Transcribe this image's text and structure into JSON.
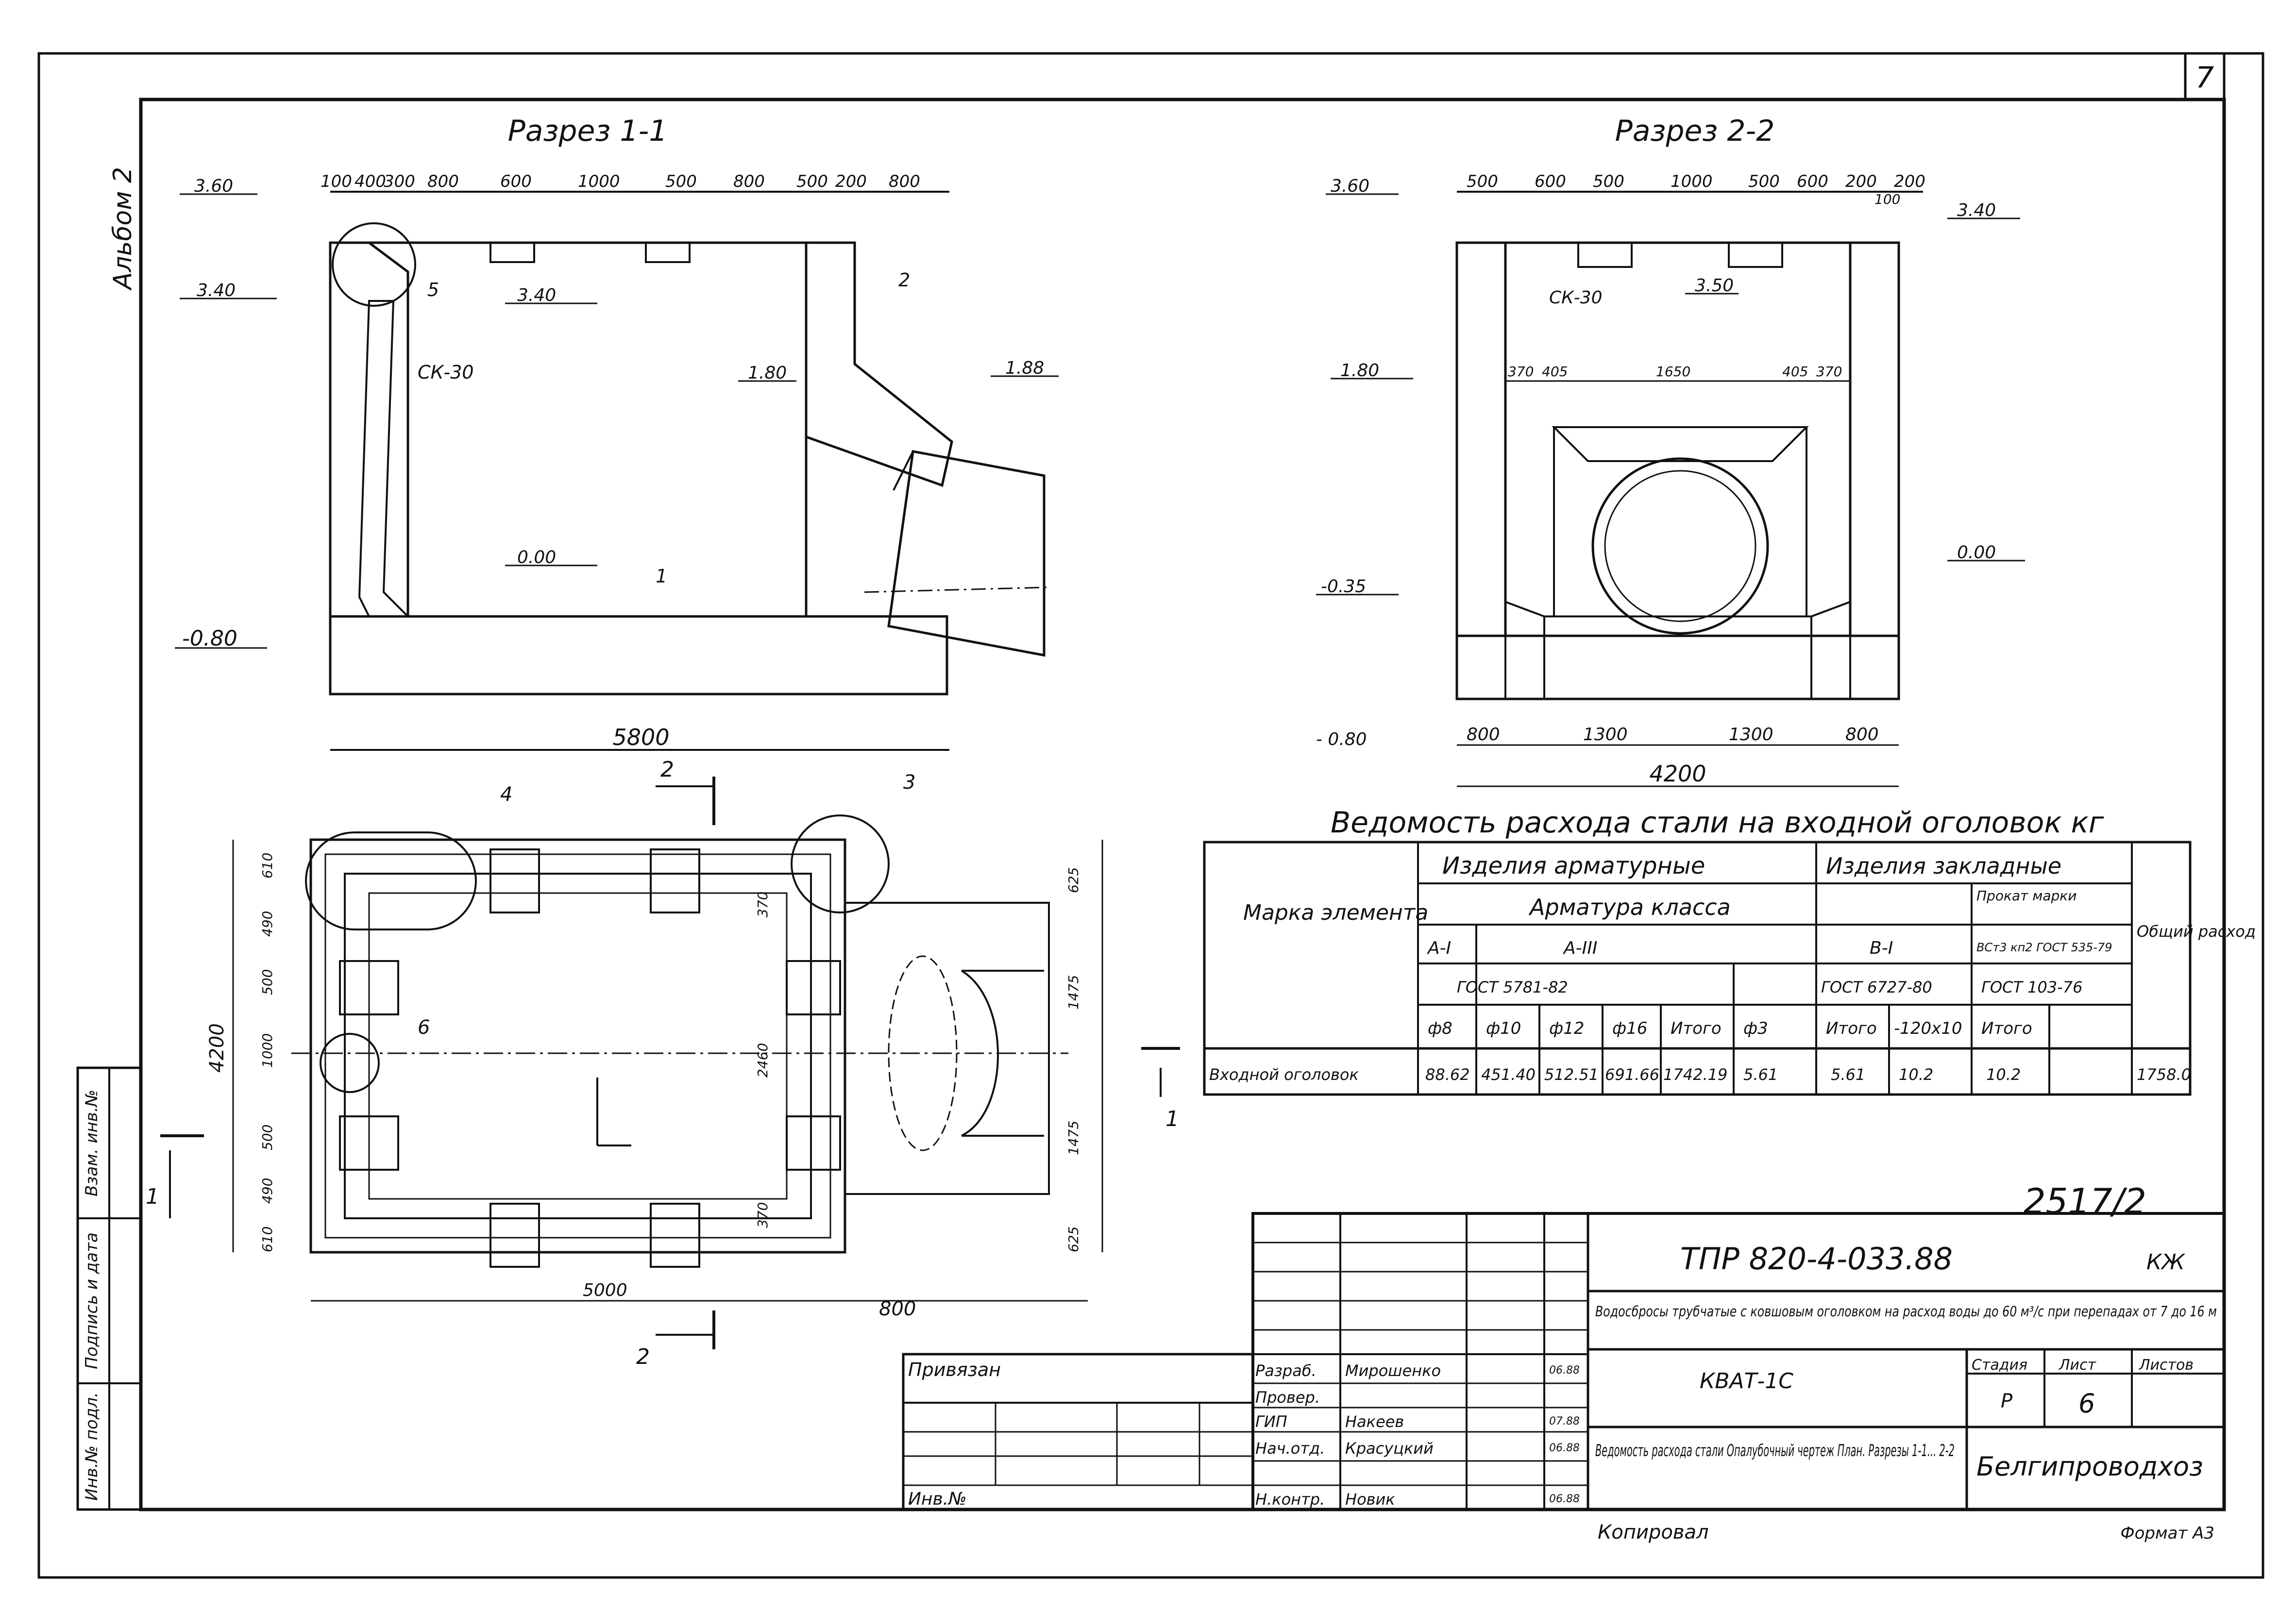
{
  "sheet": {
    "page_number": "7",
    "album": "Альбом 2",
    "drawing_code": "2517/2",
    "copied": "Копировал",
    "format": "Формат А3"
  },
  "section_1": {
    "title": "Разрез 1-1",
    "dims_top": [
      "100",
      "400",
      "300",
      "800",
      "600",
      "1000",
      "500",
      "800",
      "500",
      "200",
      "800"
    ],
    "levels": [
      "3.60",
      "3.40",
      "3.40",
      "1.80",
      "1.88",
      "0.00",
      "-0.80"
    ],
    "marks": [
      "СК-30",
      "1",
      "2",
      "5"
    ],
    "width": "5800"
  },
  "section_2": {
    "title": "Разрез 2-2",
    "dims_top": [
      "500",
      "600",
      "500",
      "1000",
      "500",
      "600",
      "200",
      "200",
      "100"
    ],
    "dims_inner": [
      "370",
      "405",
      "1650",
      "405",
      "370"
    ],
    "levels": [
      "3.60",
      "3.40",
      "3.50",
      "1.80",
      "0.00",
      "-0.35",
      "- 0.80"
    ],
    "marks": [
      "СК-30"
    ],
    "dims_bottom": [
      "800",
      "1300",
      "1300",
      "800"
    ],
    "width": "4200"
  },
  "plan": {
    "left_dims": [
      "610",
      "490",
      "500",
      "1000",
      "500",
      "490",
      "610"
    ],
    "height": "4200",
    "right_dims": [
      "625",
      "1475",
      "1475",
      "625"
    ],
    "inner": [
      "370",
      "2460",
      "370"
    ],
    "width_main": "5000",
    "width_ext": "800",
    "marks": [
      "3",
      "4",
      "6"
    ],
    "cut_1": "1",
    "cut_2": "2"
  },
  "schedule": {
    "title": "Ведомость расхода стали на входной оголовок кг",
    "mark_header": "Марка элемента",
    "group_reinf": "Изделия арматурные",
    "group_embed": "Изделия закладные",
    "rebar_class": "Арматура класса",
    "rolled_header": "Прокат марки",
    "rolled_steel": "ВСт3 кп2 ГОСТ 535-79",
    "total_header": "Общий расход",
    "classes": [
      "А-I",
      "А-III",
      "В-I"
    ],
    "standards": [
      "ГОСТ 5781-82",
      "ГОСТ 6727-80",
      "ГОСТ 103-76"
    ],
    "columns": [
      "ф8",
      "ф10",
      "ф12",
      "ф16",
      "Итого",
      "ф3",
      "Итого",
      "-120х10",
      "Итого"
    ],
    "rows": [
      {
        "name": "Входной оголовок",
        "values": [
          "88.62",
          "451.40",
          "512.51",
          "691.66",
          "1742.19",
          "5.61",
          "5.61",
          "10.2",
          "10.2"
        ],
        "total": "1758.0"
      }
    ]
  },
  "title_block": {
    "code": "ТПР 820-4-033.88",
    "suffix": "КЖ",
    "description": "Водосбросы трубчатые с ковшовым оголовком на расход воды до 60 м³/с при перепадах от 7 до 16 м",
    "object": "КВАТ-1С",
    "sheet_title": "Ведомость расхода стали Опалубочный чертеж План. Разрезы 1-1... 2-2",
    "organization": "Белгипроводхоз",
    "stage_label": "Стадия",
    "sheet_label": "Лист",
    "sheets_label": "Листов",
    "stage": "Р",
    "sheet": "6",
    "bound": "Привязан",
    "inv_no": "Инв.№",
    "roles": [
      "Разраб.",
      "Провер.",
      "ГИП",
      "Нач.отд.",
      "Н.контр."
    ],
    "names": [
      "Мирошенко",
      "",
      "Накеев",
      "Красуцкий",
      "Новик"
    ],
    "dates": [
      "06.88",
      "",
      "07.88",
      "06.88",
      "06.88"
    ]
  },
  "side_stamp": [
    "Инв.№ подл.",
    "Подпись и дата",
    "Взам. инв.№"
  ]
}
